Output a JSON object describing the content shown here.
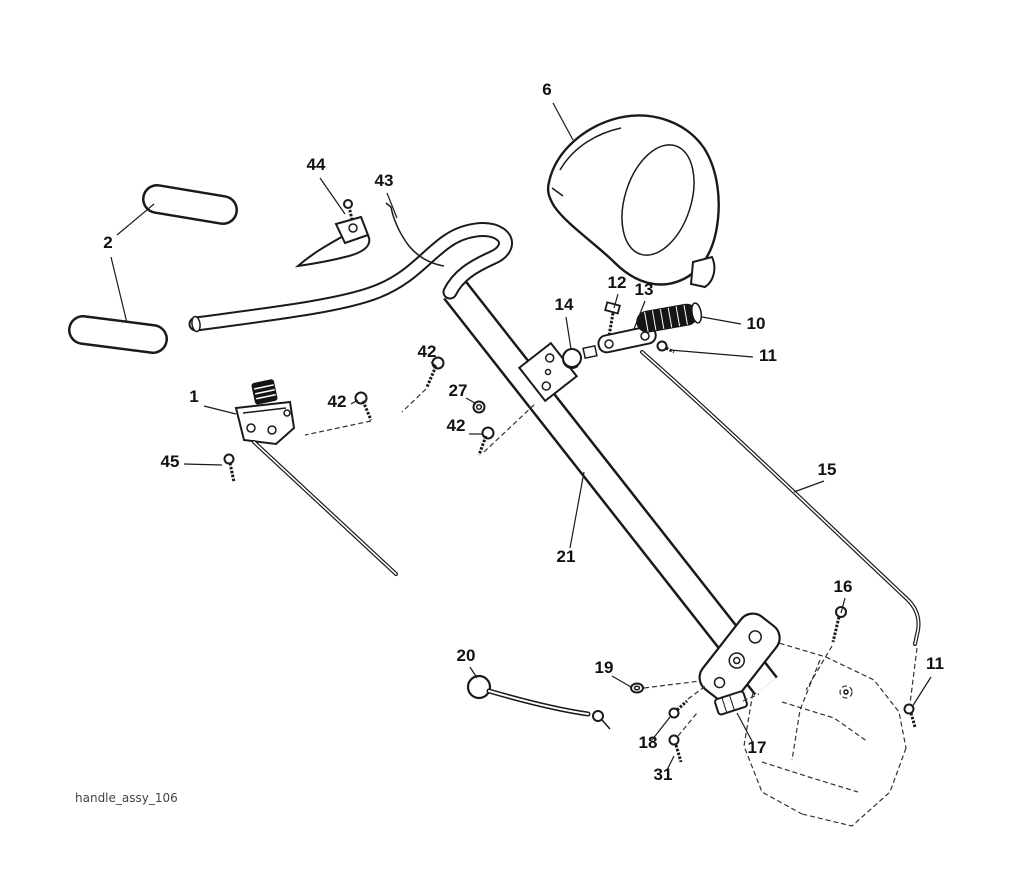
{
  "diagram": {
    "caption": "handle_assy_106",
    "callouts": {
      "c6": "6",
      "c44": "44",
      "c43": "43",
      "c2": "2",
      "c12": "12",
      "c13": "13",
      "c14": "14",
      "c10": "10",
      "c11a": "11",
      "c42a": "42",
      "c27": "27",
      "c42b": "42",
      "c1": "1",
      "c42c": "42",
      "c45": "45",
      "c15": "15",
      "c21": "21",
      "c16": "16",
      "c20": "20",
      "c19": "19",
      "c11b": "11",
      "c18": "18",
      "c17": "17",
      "c31": "31"
    },
    "colors": {
      "line": "#1a1a1a",
      "background": "#ffffff",
      "grip_fill": "#151515"
    }
  }
}
